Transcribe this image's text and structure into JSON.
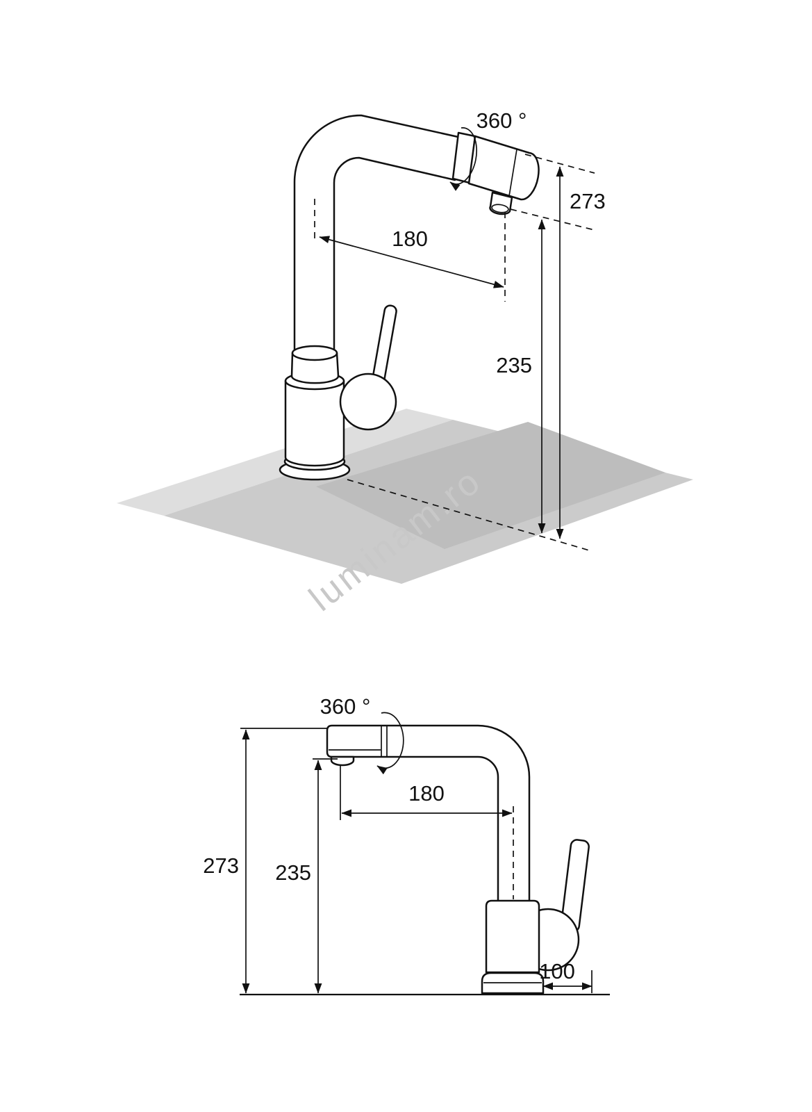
{
  "watermark": "luminam.ro",
  "iso_view": {
    "rotation_label": "360 °",
    "dim_total_height": "273",
    "dim_spout_reach": "180",
    "dim_spout_height": "235"
  },
  "side_view": {
    "rotation_label": "360 °",
    "dim_total_height": "273",
    "dim_spout_height": "235",
    "dim_spout_reach": "180",
    "dim_base_depth": "100"
  },
  "colors": {
    "line": "#111111",
    "counter_light": "#dedede",
    "counter_mid": "#cbcbcb",
    "basin_dark": "#bdbdbd",
    "watermark": "#c8c8c8"
  }
}
